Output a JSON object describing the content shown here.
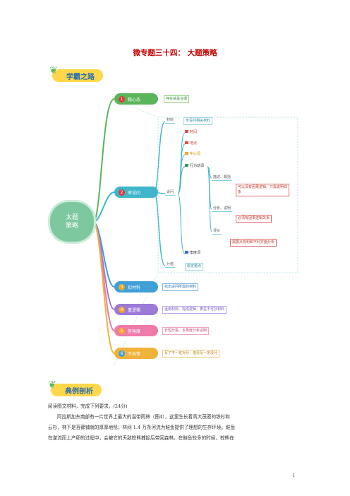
{
  "document": {
    "title": "微专题三十四： 大题策略",
    "page_number": "1"
  },
  "banners": {
    "section1": "学霸之路",
    "section2": "典例剖析"
  },
  "mindmap": {
    "root": "太题\n策略",
    "branches": [
      {
        "num": "1",
        "label": "稳心态",
        "color": "#5ab55a",
        "note": "存在就是合理"
      },
      {
        "num": "2",
        "label": "审设问",
        "color": "#3fb6c9",
        "note": ""
      },
      {
        "num": "3",
        "label": "扣材料",
        "color": "#3fa0d8",
        "note": "找出设问所需的材料"
      },
      {
        "num": "4",
        "label": "重逻辑",
        "color": "#9b7ad8",
        "note": "运用材料、完成逻辑、表在不可抄材料"
      },
      {
        "num": "5",
        "label": "答角度",
        "color": "#ee7aa8",
        "note": "长短分看、多角度分析说明"
      },
      {
        "num": "6",
        "label": "不出错",
        "color": "#f1b23a",
        "note": "写了不一定对分，但没写一定没分"
      }
    ],
    "material": {
      "label": "材料",
      "note": "专设问相关材料"
    },
    "question": {
      "label": "设问",
      "items": [
        "时间",
        "地点",
        "中心词",
        "行为动词",
        "角度词",
        "限定要点"
      ],
      "sub": [
        {
          "label": "描述、概括",
          "note": "可以没有因果逻辑、只需说明现象"
        },
        {
          "label": "分析、说明",
          "note": "必须有因果逻辑关系"
        },
        {
          "label": "评价",
          "note": "需要从有利和不利方面分析"
        }
      ],
      "split_label": "分值"
    }
  },
  "body": {
    "line1": "阅读图文材料，完成下列要求。(24分)",
    "line2": "阿拉斯加东南部有一片世界上最大的温带雨林（图4），这里生长着高大茂密的铁杉和",
    "line3": "云杉，林下是苔藓铺就的厚厚地毯；林间 1.4 万条河流为鲑鱼提供了理想的生存环境。鲑鱼",
    "line4": "在逆流而上产卵的过程中，会被它的天敌棕熊捕捉后带回森林。在鲑鱼较多的时候，棕熊在"
  }
}
